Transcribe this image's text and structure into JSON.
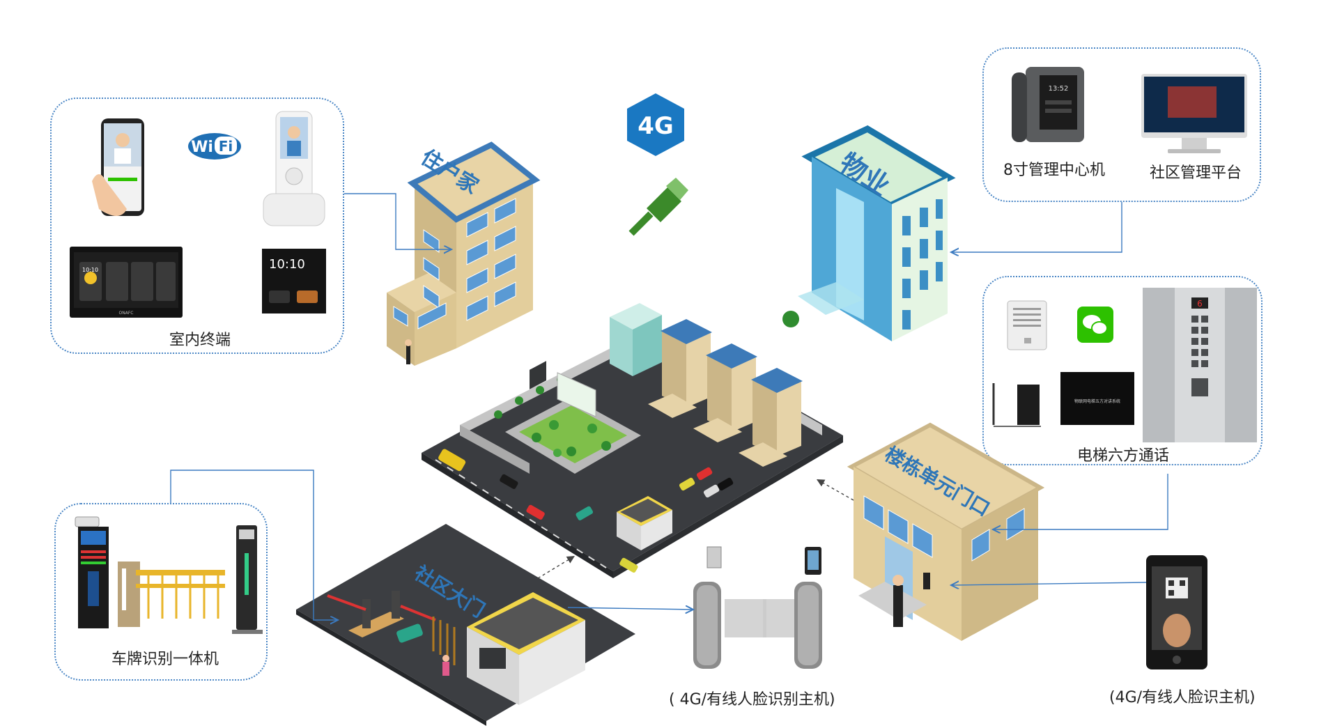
{
  "captions": {
    "indoor_terminal": "室内终端",
    "center_machine": "8寸管理中心机",
    "community_platform": "社区管理平台",
    "elevator_six_way": "电梯六方通话",
    "plate_recognition": "车牌识别一体机",
    "face_gate_host": "( 4G/有线人脸识别主机)",
    "face_host": "(4G/有线人脸识主机)"
  },
  "building_labels": {
    "resident_home": "住户家",
    "property": "物业",
    "unit_door": "楼栋单元门口",
    "community_gate": "社区大门"
  },
  "badges": {
    "network_4g": "4G",
    "wifi_wi": "Wi",
    "wifi_fi": "Fi"
  },
  "device_screens": {
    "panel_time_1": "10:10",
    "panel_time_2": "10:10",
    "desk_phone_time": "13:52",
    "panel_brand": "ONAFC",
    "elevator_floor": "6",
    "elevator_box_text": "物联网电梯五方对讲系统"
  },
  "colors": {
    "dotted_border": "#4a86c5",
    "connector_line": "#3b7ac0",
    "badge_4g": "#1a78c2",
    "wechat_green": "#2dc100",
    "wifi_blue": "#1f6fb4",
    "cable_green": "#3b8a2a"
  },
  "icons": [
    "smartphone-icon",
    "wifi-logo-icon",
    "intercom-handset-icon",
    "4g-badge-icon",
    "ethernet-cable-icon",
    "desk-phone-icon",
    "imac-icon",
    "wechat-icon",
    "speaker-panel-icon",
    "card-reader-icon",
    "elevator-panel-icon",
    "face-terminal-icon",
    "turnstile-icon",
    "barrier-gate-icon",
    "plate-camera-icon",
    "tall-terminal-icon"
  ]
}
